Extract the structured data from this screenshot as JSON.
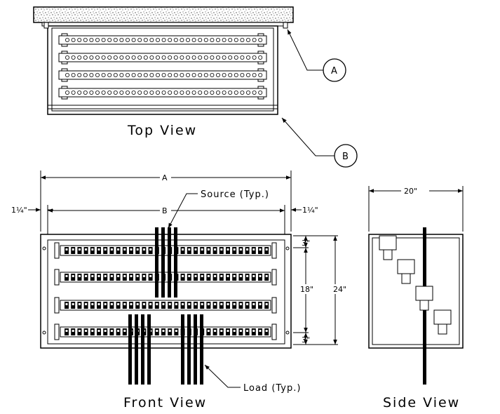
{
  "views": {
    "top": "Top View",
    "front": "Front View",
    "side": "Side View"
  },
  "callouts": {
    "a": "A",
    "b": "B"
  },
  "dimensions": {
    "overall_width": "A",
    "inner_width": "B",
    "left_margin": "1¼\"",
    "right_margin": "1¼\"",
    "top_offset": "3\"",
    "middle_span": "18\"",
    "bottom_offset": "3\"",
    "total_height": "24\"",
    "depth": "20\""
  },
  "notes": {
    "source": "Source (Typ.)",
    "load": "Load (Typ.)"
  }
}
